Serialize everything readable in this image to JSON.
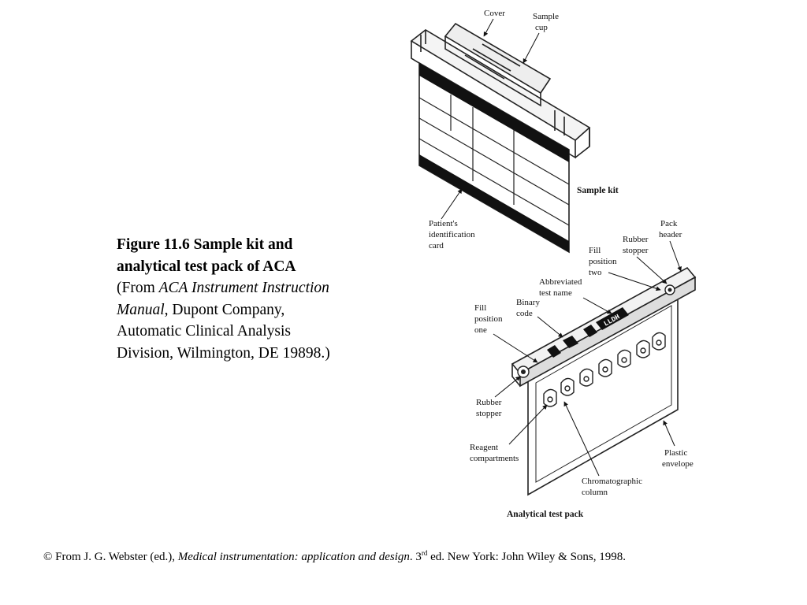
{
  "caption": {
    "title": "Figure 11.6 Sample kit and analytical test pack of ACA",
    "source_prefix": "(From ",
    "source_title": "ACA Instrument Instruction Manual",
    "source_rest": ", Dupont Company, Automatic Clinical Analysis Division, Wilmington, DE 19898.)"
  },
  "footer": {
    "prefix": "© From J. G. Webster (ed.), ",
    "book_title": "Medical instrumentation: application and design",
    "edition_num": ". 3",
    "edition_sup": "rd",
    "rest": " ed. New York: John Wiley & Sons, 1998."
  },
  "diagram": {
    "sample_kit": {
      "title": "Sample kit",
      "labels": {
        "cover": "Cover",
        "sample_cup": [
          "Sample",
          "cup"
        ],
        "patient_card": [
          "Patient's",
          "identification",
          "card"
        ]
      }
    },
    "test_pack": {
      "title": "Analytical test pack",
      "strip_code": "LLDH",
      "labels": {
        "pack_header": [
          "Pack",
          "header"
        ],
        "rubber_stopper_top": [
          "Rubber",
          "stopper"
        ],
        "fill_position_two": [
          "Fill",
          "position",
          "two"
        ],
        "abbreviated_test_name": [
          "Abbreviated",
          "test name"
        ],
        "binary_code": [
          "Binary",
          "code"
        ],
        "fill_position_one": [
          "Fill",
          "position",
          "one"
        ],
        "rubber_stopper_bottom": [
          "Rubber",
          "stopper"
        ],
        "reagent_compartments": [
          "Reagent",
          "compartments"
        ],
        "chromatographic_column": [
          "Chromatographic",
          "column"
        ],
        "plastic_envelope": [
          "Plastic",
          "envelope"
        ]
      }
    }
  }
}
